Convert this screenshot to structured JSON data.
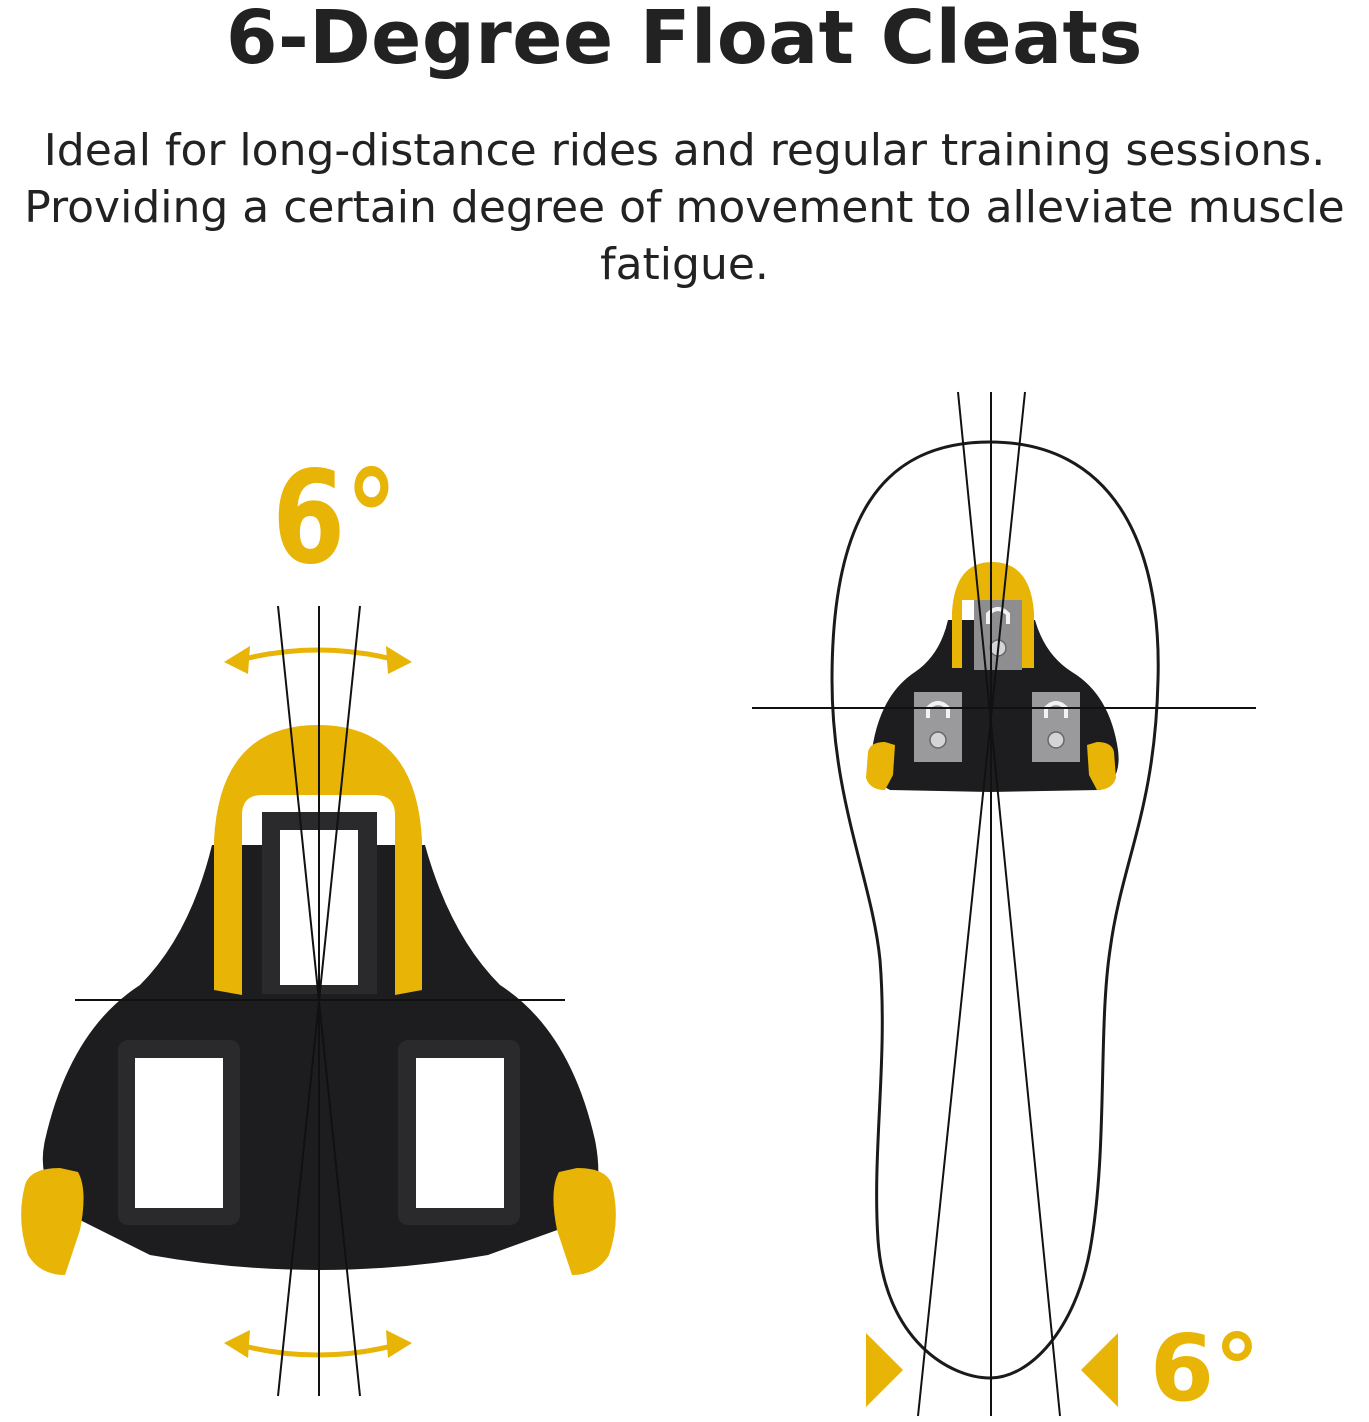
{
  "header": {
    "title": "6-Degree Float Cleats",
    "description_lines": [
      "Ideal for long-distance rides and regular training sessions.",
      "Providing a certain degree of movement to alleviate muscle",
      "fatigue."
    ]
  },
  "cleat_closeup": {
    "float_label": "6°"
  },
  "shoe_diagram": {
    "float_label": "6°"
  },
  "colors": {
    "accent_yellow": "#E8B406",
    "cleat_black": "#1d1d1f",
    "text": "#222222",
    "line": "#111111"
  },
  "icons": [
    "float-arrow-top-icon",
    "float-arrow-bottom-icon",
    "pointer-triangle-right-icon",
    "pointer-triangle-left-icon"
  ]
}
